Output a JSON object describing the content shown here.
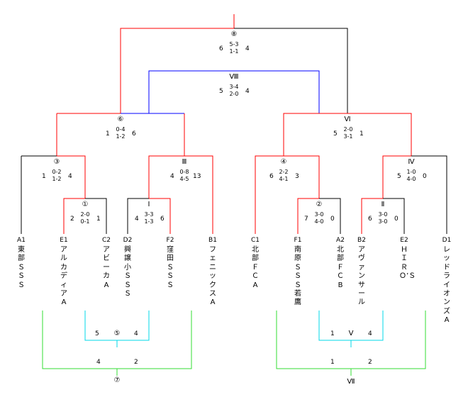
{
  "colors": {
    "win_red": "#ff0000",
    "blue": "#0000ff",
    "black": "#000000",
    "cyan": "#00d8e8",
    "green": "#33dd33"
  },
  "final": {
    "label": "⑧",
    "left": "6",
    "right": "4",
    "s1": "5-3",
    "s2": "1-1"
  },
  "final2": {
    "label": "Ⅷ",
    "left": "5",
    "right": "4",
    "s1": "3-4",
    "s2": "2-0"
  },
  "sf_left": {
    "label": "⑥",
    "left": "1",
    "right": "6",
    "s1": "0-4",
    "s2": "1-2"
  },
  "sf_right": {
    "label": "Ⅵ",
    "left": "5",
    "right": "1",
    "s1": "2-0",
    "s2": "3-1"
  },
  "qf3": {
    "label": "③",
    "left": "1",
    "right": "4",
    "s1": "0-2",
    "s2": "1-2"
  },
  "qfIII": {
    "label": "Ⅲ",
    "left": "4",
    "right": "13",
    "s1": "0-8",
    "s2": "4-5"
  },
  "qf4": {
    "label": "④",
    "left": "6",
    "right": "3",
    "s1": "2-2",
    "s2": "4-1"
  },
  "qfIV": {
    "label": "Ⅳ",
    "left": "5",
    "right": "0",
    "s1": "1-0",
    "s2": "4-0"
  },
  "r1": {
    "label": "①",
    "left": "2",
    "right": "1",
    "s1": "2-0",
    "s2": "0-1"
  },
  "rI": {
    "label": "Ⅰ",
    "left": "4",
    "right": "6",
    "s1": "3-3",
    "s2": "1-3"
  },
  "r2": {
    "label": "②",
    "left": "7",
    "right": "0",
    "s1": "3-0",
    "s2": "4-0"
  },
  "rII": {
    "label": "Ⅱ",
    "left": "6",
    "right": "0",
    "s1": "3-0",
    "s2": "3-0"
  },
  "teams": [
    {
      "code": "A1",
      "name": "東部ＳＳＳ"
    },
    {
      "code": "E1",
      "name": "アルカディアA"
    },
    {
      "code": "C2",
      "name": "アビーカA"
    },
    {
      "code": "D2",
      "name": "興譲小ＳＳＳ"
    },
    {
      "code": "F2",
      "name": "窪田ＳＳＳ"
    },
    {
      "code": "B1",
      "name": "フェニックスA"
    },
    {
      "code": "C1",
      "name": "北部ＦＣ　A"
    },
    {
      "code": "F1",
      "name": "南原ＳＳＳ若鷹"
    },
    {
      "code": "A2",
      "name": "北部ＦＣ　B"
    },
    {
      "code": "B2",
      "name": "アヴァンサール"
    },
    {
      "code": "E2",
      "name": "ＨＩＲＯ’Ｓ"
    },
    {
      "code": "D1",
      "name": "レッドライオンズA"
    }
  ],
  "lower_left": {
    "label5": "⑤",
    "s5_left": "5",
    "s5_right": "4",
    "label7": "⑦",
    "s7_left": "4",
    "s7_right": "2"
  },
  "lower_right": {
    "labelV": "Ⅴ",
    "sV_left": "1",
    "sV_right": "4",
    "labelVII": "Ⅶ",
    "sVII_left": "1",
    "sVII_right": "2"
  }
}
